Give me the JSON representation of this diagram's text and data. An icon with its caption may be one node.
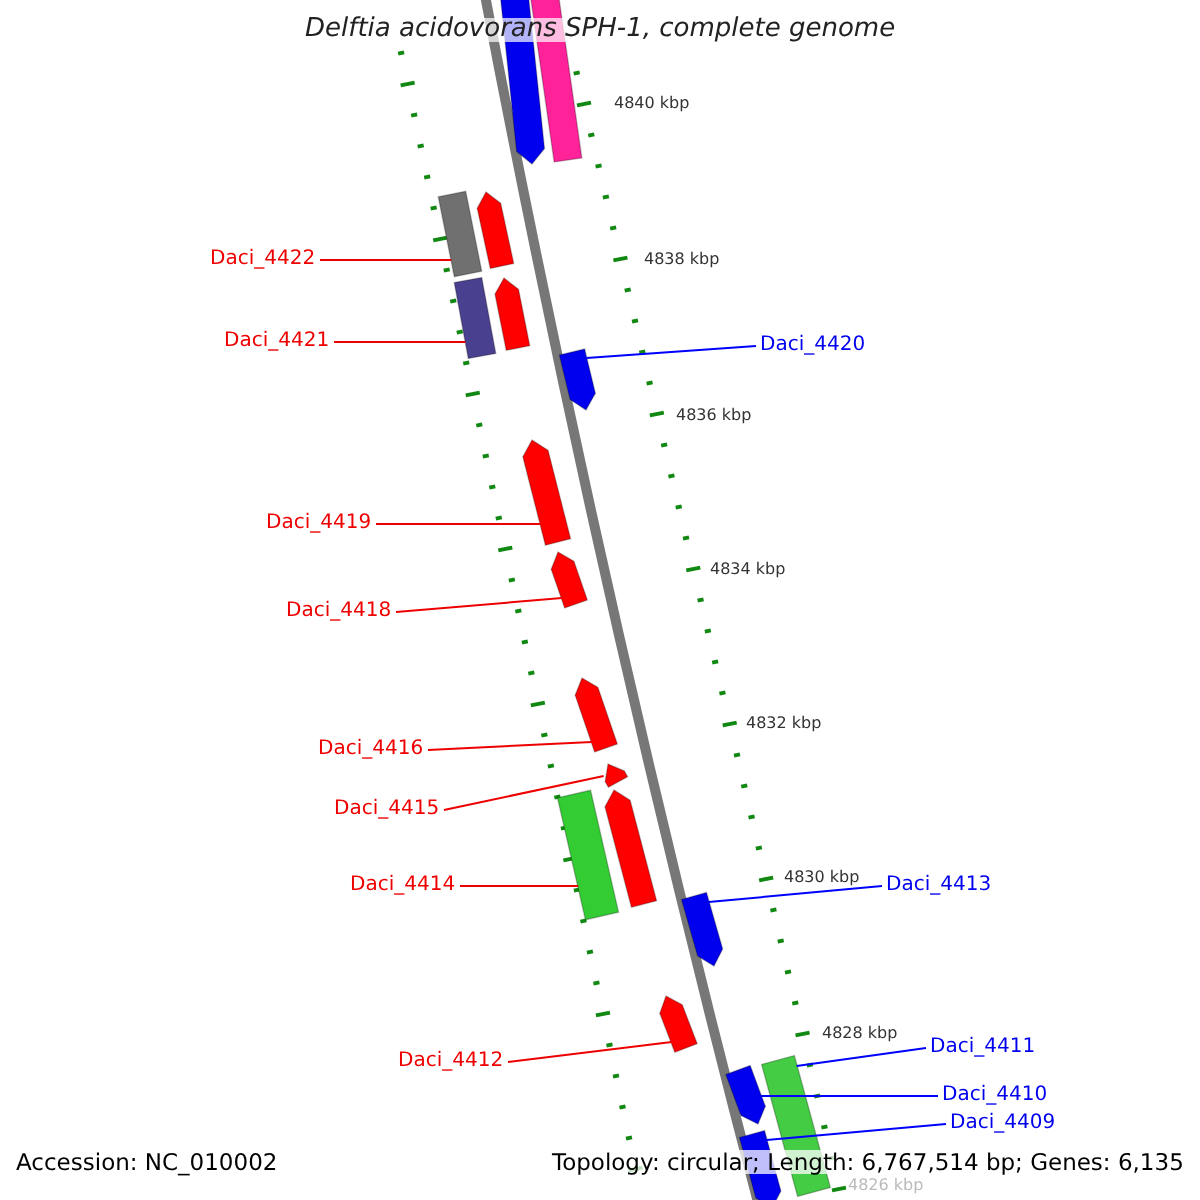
{
  "diagram": {
    "title": "Delftia acidovorans SPH-1, complete genome",
    "nodes": [
      {
        "text": [],
        "shape": "arrow"
      },
      {
        "text": [],
        "shape": "bar"
      },
      {
        "text": [],
        "shape": "arrow"
      },
      {
        "text": [],
        "shape": "bar"
      },
      {
        "text": [
          "Daci_4422"
        ]
      },
      {
        "text": [],
        "shape": "arrow"
      },
      {
        "text": [],
        "shape": "bar"
      },
      {
        "text": [
          "Daci_4421"
        ]
      },
      {
        "text": [
          "Daci_4420"
        ]
      },
      {
        "text": [],
        "shape": "arrow"
      },
      {
        "text": [],
        "shape": "arrow"
      },
      {
        "text": [
          "Daci_4419"
        ]
      },
      {
        "text": [],
        "shape": "arrow"
      },
      {
        "text": [
          "Daci_4418"
        ]
      },
      {
        "text": [],
        "shape": "arrow"
      },
      {
        "text": [
          "Daci_4416"
        ]
      },
      {
        "text": [],
        "shape": "arrow"
      },
      {
        "text": [],
        "shape": "arrow"
      },
      {
        "text": [],
        "shape": "bar"
      },
      {
        "text": [
          "Daci_4415"
        ]
      },
      {
        "text": [
          "Daci_4414"
        ]
      },
      {
        "text": [
          "Daci_4413"
        ]
      },
      {
        "text": [],
        "shape": "arrow"
      },
      {
        "text": [],
        "shape": "arrow"
      },
      {
        "text": [],
        "shape": "bar"
      },
      {
        "text": [
          "Daci_4411"
        ]
      },
      {
        "text": [
          "Daci_4412"
        ]
      },
      {
        "text": [],
        "shape": "arrow"
      },
      {
        "text": [
          "Daci_4410"
        ]
      },
      {
        "text": [
          "Daci_4409"
        ]
      },
      {
        "text": [],
        "shape": "arrow"
      }
    ],
    "edges": [
      {
        "from": 4,
        "to": 3,
        "arrow": "none"
      },
      {
        "from": 7,
        "to": 6,
        "arrow": "none"
      },
      {
        "from": 8,
        "to": 9,
        "arrow": "none",
        "color": "#0000ff"
      },
      {
        "from": 11,
        "to": 10,
        "arrow": "none"
      },
      {
        "from": 13,
        "to": 12,
        "arrow": "none"
      },
      {
        "from": 15,
        "to": 14,
        "arrow": "none"
      },
      {
        "from": 19,
        "to": 16,
        "arrow": "none"
      },
      {
        "from": 20,
        "to": 18,
        "arrow": "none"
      },
      {
        "from": 21,
        "to": 22,
        "arrow": "none",
        "color": "#0000ff"
      },
      {
        "from": 26,
        "to": 23,
        "arrow": "none"
      },
      {
        "from": 25,
        "to": 24,
        "arrow": "none",
        "color": "#0000ff"
      },
      {
        "from": 28,
        "to": 27,
        "arrow": "none",
        "color": "#0000ff"
      },
      {
        "from": 29,
        "to": 30,
        "arrow": "none",
        "color": "#0000ff"
      }
    ],
    "labels": [
      "4840 kbp",
      "4838 kbp",
      "4836 kbp",
      "4834 kbp",
      "4832 kbp",
      "4830 kbp",
      "4828 kbp",
      "4826 kbp",
      "Accession: NC_010002",
      "Topology: circular; Length: 6,767,514 bp; Genes: 6,135"
    ]
  }
}
